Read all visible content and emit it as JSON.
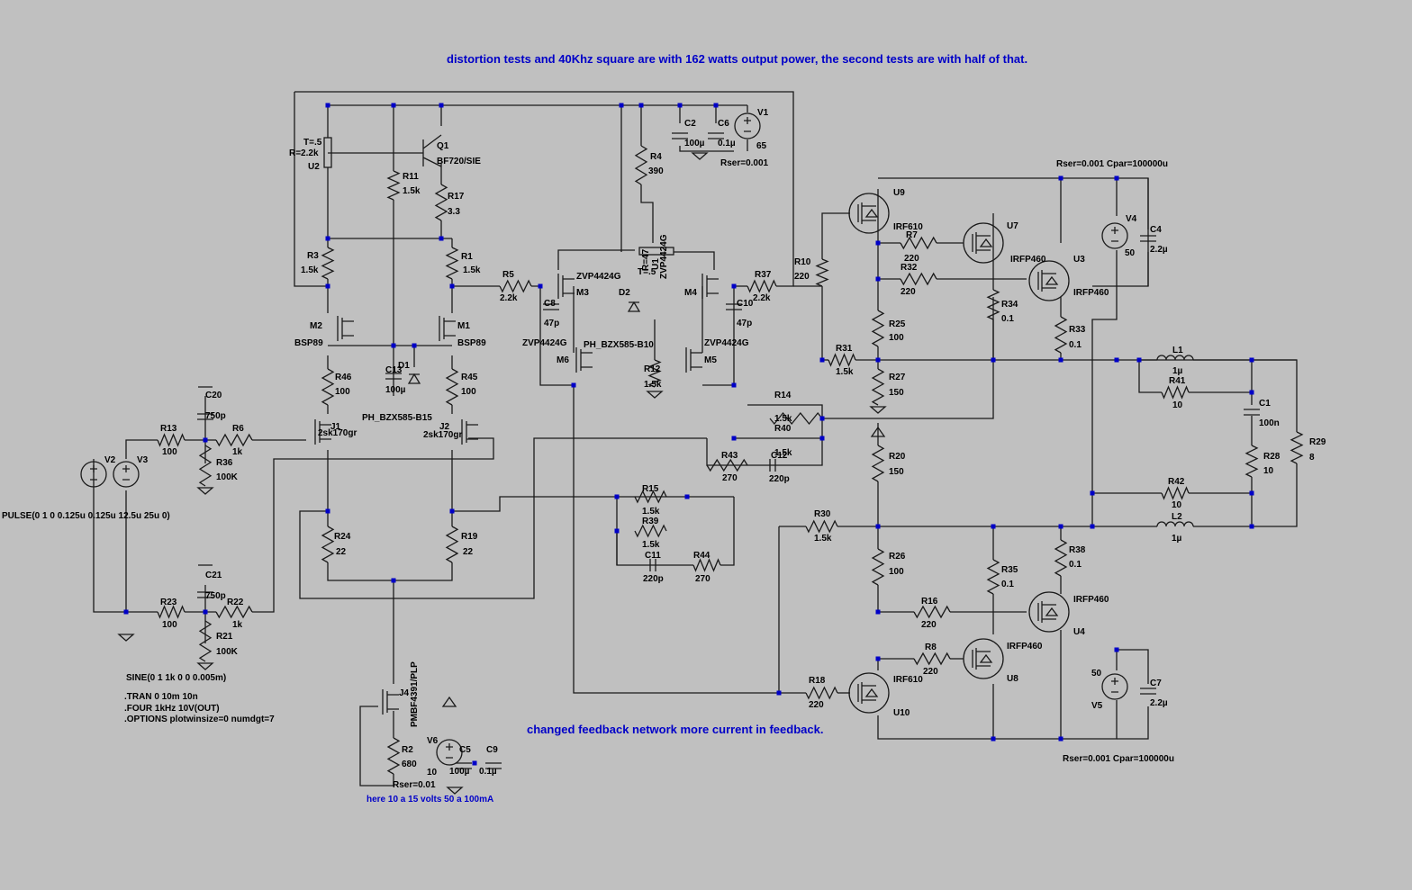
{
  "notes": {
    "header": "distortion tests and 40Khz square are with 162 watts output power, the second tests are with half of that.",
    "feedback": "changed feedback network more current in feedback.",
    "current": "here 10 a 15 volts 50 a 100mA"
  },
  "colors": {
    "background": "#c0c0c0",
    "wire": "#1a1a1a",
    "note": "#0000c8",
    "junction": "#0000c8"
  },
  "labels": [
    {
      "t": "V1"
    },
    {
      "t": "65"
    },
    {
      "t": "Rser=0.001"
    },
    {
      "t": "C2"
    },
    {
      "t": "100µ"
    },
    {
      "t": "C6"
    },
    {
      "t": "0.1µ"
    },
    {
      "t": "T=.5"
    },
    {
      "t": "R=2.2k"
    },
    {
      "t": "U2"
    },
    {
      "t": "Q1"
    },
    {
      "t": "BF720/SIE"
    },
    {
      "t": "R11"
    },
    {
      "t": "1.5k"
    },
    {
      "t": "R17"
    },
    {
      "t": "3.3"
    },
    {
      "t": "R4"
    },
    {
      "t": "390"
    },
    {
      "t": "R3"
    },
    {
      "t": "1.5k"
    },
    {
      "t": "R1"
    },
    {
      "t": "1.5k"
    },
    {
      "t": "R5"
    },
    {
      "t": "2.2k"
    },
    {
      "t": "ZVP4424G"
    },
    {
      "t": "M3"
    },
    {
      "t": "T=.5"
    },
    {
      "t": "R=47"
    },
    {
      "t": "U1"
    },
    {
      "t": "ZVP4424G"
    },
    {
      "t": "M4"
    },
    {
      "t": "R37"
    },
    {
      "t": "2.2k"
    },
    {
      "t": "R10"
    },
    {
      "t": "220"
    },
    {
      "t": "C8"
    },
    {
      "t": "47p"
    },
    {
      "t": "D2"
    },
    {
      "t": "C10"
    },
    {
      "t": "47p"
    },
    {
      "t": "ZVP4424G"
    },
    {
      "t": "PH_BZX585-B10"
    },
    {
      "t": "ZVP4424G"
    },
    {
      "t": "M6"
    },
    {
      "t": "M5"
    },
    {
      "t": "R12"
    },
    {
      "t": "1.5k"
    },
    {
      "t": "M2"
    },
    {
      "t": "BSP89"
    },
    {
      "t": "M1"
    },
    {
      "t": "BSP89"
    },
    {
      "t": "R46"
    },
    {
      "t": "100"
    },
    {
      "t": "C13"
    },
    {
      "t": "100µ"
    },
    {
      "t": "D1"
    },
    {
      "t": "R45"
    },
    {
      "t": "100"
    },
    {
      "t": "PH_BZX585-B15"
    },
    {
      "t": "C20"
    },
    {
      "t": "750p"
    },
    {
      "t": "R13"
    },
    {
      "t": "100"
    },
    {
      "t": "R6"
    },
    {
      "t": "1k"
    },
    {
      "t": "J1"
    },
    {
      "t": "2sk170gr"
    },
    {
      "t": "J2"
    },
    {
      "t": "2sk170gr"
    },
    {
      "t": "V2"
    },
    {
      "t": "V3"
    },
    {
      "t": "R36"
    },
    {
      "t": "100K"
    },
    {
      "t": "PULSE(0 1 0 0.125u 0.125u 12.5u 25u 0)"
    },
    {
      "t": "R24"
    },
    {
      "t": "22"
    },
    {
      "t": "R19"
    },
    {
      "t": "22"
    },
    {
      "t": "C21"
    },
    {
      "t": "750p"
    },
    {
      "t": "R23"
    },
    {
      "t": "100"
    },
    {
      "t": "R22"
    },
    {
      "t": "1k"
    },
    {
      "t": "R21"
    },
    {
      "t": "100K"
    },
    {
      "t": "SINE(0 1 1k 0 0 0.005m)"
    },
    {
      "t": ".TRAN 0 10m 10n"
    },
    {
      "t": ".FOUR 1kHz 10V(OUT)"
    },
    {
      "t": ".OPTIONS plotwinsize=0 numdgt=7"
    },
    {
      "t": "J4"
    },
    {
      "t": "PMBF4391/PLP"
    },
    {
      "t": "R2"
    },
    {
      "t": "680"
    },
    {
      "t": "V6"
    },
    {
      "t": "10"
    },
    {
      "t": "C5"
    },
    {
      "t": "100µ"
    },
    {
      "t": "C9"
    },
    {
      "t": "0.1µ"
    },
    {
      "t": "Rser=0.01"
    },
    {
      "t": "R14"
    },
    {
      "t": "1.5k"
    },
    {
      "t": "R40"
    },
    {
      "t": "1.5k"
    },
    {
      "t": "R43"
    },
    {
      "t": "270"
    },
    {
      "t": "C12"
    },
    {
      "t": "220p"
    },
    {
      "t": "R15"
    },
    {
      "t": "1.5k"
    },
    {
      "t": "R39"
    },
    {
      "t": "1.5k"
    },
    {
      "t": "C11"
    },
    {
      "t": "220p"
    },
    {
      "t": "R44"
    },
    {
      "t": "270"
    },
    {
      "t": "Rser=0.001 Cpar=100000u"
    },
    {
      "t": "U9"
    },
    {
      "t": "IRF610"
    },
    {
      "t": "R7"
    },
    {
      "t": "220"
    },
    {
      "t": "U7"
    },
    {
      "t": "R32"
    },
    {
      "t": "220"
    },
    {
      "t": "IRFP460"
    },
    {
      "t": "U3"
    },
    {
      "t": "IRFP460"
    },
    {
      "t": "R34"
    },
    {
      "t": "0.1"
    },
    {
      "t": "R25"
    },
    {
      "t": "100"
    },
    {
      "t": "R33"
    },
    {
      "t": "0.1"
    },
    {
      "t": "V4"
    },
    {
      "t": "50"
    },
    {
      "t": "C4"
    },
    {
      "t": "2.2µ"
    },
    {
      "t": "R31"
    },
    {
      "t": "1.5k"
    },
    {
      "t": "R27"
    },
    {
      "t": "150"
    },
    {
      "t": "L1"
    },
    {
      "t": "1µ"
    },
    {
      "t": "R41"
    },
    {
      "t": "10"
    },
    {
      "t": "C1"
    },
    {
      "t": "100n"
    },
    {
      "t": "R28"
    },
    {
      "t": "10"
    },
    {
      "t": "R29"
    },
    {
      "t": "8"
    },
    {
      "t": "R20"
    },
    {
      "t": "150"
    },
    {
      "t": "R42"
    },
    {
      "t": "10"
    },
    {
      "t": "L2"
    },
    {
      "t": "1µ"
    },
    {
      "t": "R30"
    },
    {
      "t": "1.5k"
    },
    {
      "t": "R26"
    },
    {
      "t": "100"
    },
    {
      "t": "R38"
    },
    {
      "t": "0.1"
    },
    {
      "t": "R35"
    },
    {
      "t": "0.1"
    },
    {
      "t": "R16"
    },
    {
      "t": "220"
    },
    {
      "t": "IRFP460"
    },
    {
      "t": "U4"
    },
    {
      "t": "R8"
    },
    {
      "t": "220"
    },
    {
      "t": "IRFP460"
    },
    {
      "t": "U8"
    },
    {
      "t": "R18"
    },
    {
      "t": "220"
    },
    {
      "t": "IRF610"
    },
    {
      "t": "U10"
    },
    {
      "t": "50"
    },
    {
      "t": "V5"
    },
    {
      "t": "C7"
    },
    {
      "t": "2.2µ"
    },
    {
      "t": "Rser=0.001 Cpar=100000u"
    }
  ]
}
